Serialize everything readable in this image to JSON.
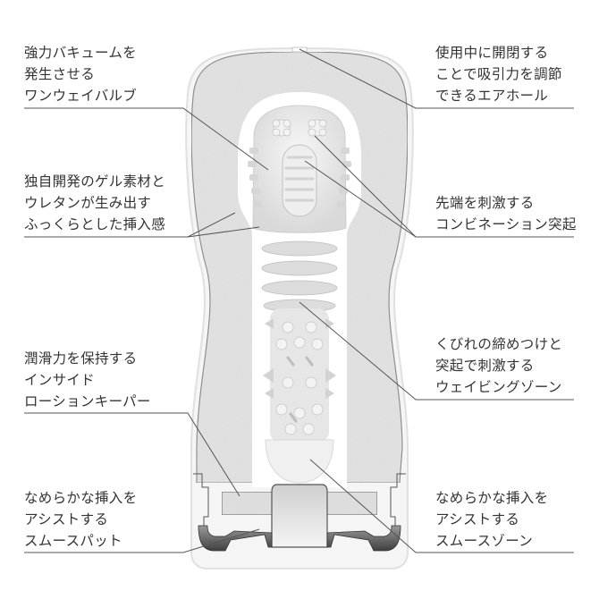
{
  "diagram": {
    "subject": "cross-section of cup product",
    "colors": {
      "text": "#333333",
      "leader_line": "#555555",
      "shell_fill": "#eeeeee",
      "outline": "#6d6d6d",
      "inner_sleeve": "#e2e2e2",
      "dark_base": "#5a5a5a"
    },
    "labels": [
      {
        "id": "one-way-valve",
        "side": "left",
        "lines": [
          "強力バキュームを",
          "発生させる",
          "ワンウェイバルブ"
        ]
      },
      {
        "id": "air-hole",
        "side": "right",
        "lines": [
          "使用中に開閉する",
          "ことで吸引力を調節",
          "できるエアホール"
        ]
      },
      {
        "id": "gel-material",
        "side": "left",
        "lines": [
          "独自開発のゲル素材と",
          "ウレタンが生み出す",
          "ふっくらとした挿入感"
        ]
      },
      {
        "id": "tip-stimulation",
        "side": "right",
        "lines": [
          "先端を刺激する",
          "コンビネーション突起"
        ]
      },
      {
        "id": "lotion-keeper",
        "side": "left",
        "lines": [
          "潤滑力を保持する",
          "インサイド",
          "ローションキーパー"
        ]
      },
      {
        "id": "waving-zone",
        "side": "right",
        "lines": [
          "くびれの締めつけと",
          "突起で刺激する",
          "ウェイビングゾーン"
        ]
      },
      {
        "id": "smooth-pad",
        "side": "left",
        "lines": [
          "なめらかな挿入を",
          "アシストする",
          "スムースパット"
        ]
      },
      {
        "id": "smooth-zone",
        "side": "right",
        "lines": [
          "なめらかな挿入を",
          "アシストする",
          "スムースゾーン"
        ]
      }
    ]
  }
}
